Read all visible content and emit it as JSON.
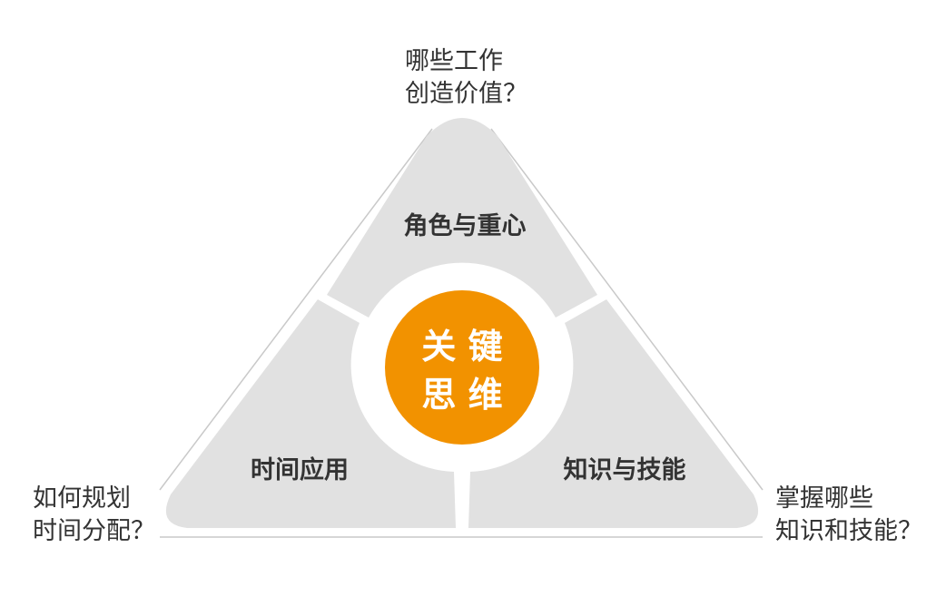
{
  "colors": {
    "segment": "#e1e1e1",
    "outline": "#c9c9c9",
    "core": "#f29200",
    "segment_text": "#333333",
    "core_text": "#ffffff",
    "question_text": "#333333"
  },
  "segments": {
    "top": "角色与重心",
    "left": "时间应用",
    "right": "知识与技能"
  },
  "core": {
    "line1": "关 键",
    "line2": "思 维"
  },
  "questions": {
    "top": {
      "line1": "哪些工作",
      "line2": "创造价值？"
    },
    "left": {
      "line1": "如何规划",
      "line2": "时间分配？"
    },
    "right": {
      "line1": "掌握哪些",
      "line2": "知识和技能？"
    }
  }
}
